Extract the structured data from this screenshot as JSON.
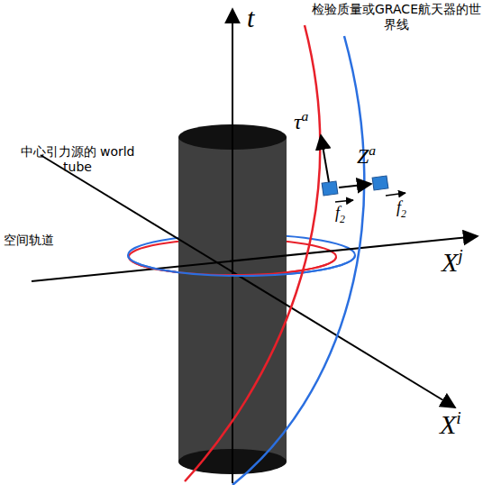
{
  "diagram": {
    "labels": [
      "t",
      "检验质量或GRACE航天器的世界线",
      "中心引力源的 world tube",
      "τa",
      "Za",
      "f2",
      "f2",
      "空间轨道",
      "Xj",
      "Xi"
    ]
  }
}
